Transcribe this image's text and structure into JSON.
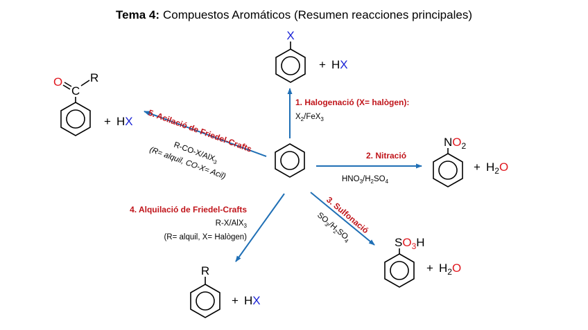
{
  "title": {
    "bold": "Tema 4:",
    "rest": "Compuestos Aromáticos (Resumen reacciones principales)"
  },
  "colors": {
    "arrow": "#1f6fb5",
    "reaction_label": "#c0141a",
    "halogen_atom": "#1a23d6",
    "oxygen_atom": "#e0181f"
  },
  "reactions": {
    "halogenation": {
      "label": "1. Halogenació (X= halògen):",
      "reagent_main": "X",
      "reagent_sub1": "2",
      "reagent_mid": "/FeX",
      "reagent_sub2": "3",
      "substituent": "X",
      "byproduct_main": "H",
      "byproduct_atom": "X"
    },
    "nitration": {
      "label": "2. Nitració",
      "reagent_a": "HNO",
      "reagent_sub1": "3",
      "reagent_b": "/H",
      "reagent_sub2": "2",
      "reagent_c": "SO",
      "reagent_sub3": "4",
      "substituent_n": "N",
      "substituent_o": "O",
      "substituent_sub": "2",
      "byproduct_h": "H",
      "byproduct_sub": "2",
      "byproduct_o": "O"
    },
    "sulfonation": {
      "label": "3. Sulfonació",
      "reagent_a": "SO",
      "reagent_sub1": "3",
      "reagent_b": "/H",
      "reagent_sub2": "2",
      "reagent_c": "SO",
      "reagent_sub3": "4",
      "substituent_s": "S",
      "substituent_o": "O",
      "substituent_sub": "3",
      "substituent_h": "H",
      "byproduct_h": "H",
      "byproduct_sub": "2",
      "byproduct_o": "O"
    },
    "alkylation": {
      "label": "4. Alquilació de Friedel-Crafts",
      "reagent_a": "R-X/AlX",
      "reagent_sub": "3",
      "note": "(R= alquil, X= Halògen)",
      "substituent": "R",
      "byproduct_main": "H",
      "byproduct_atom": "X"
    },
    "acylation": {
      "label": "5. Acilació de Friedel-Crafts",
      "reagent_a": "R-CO-X/AlX",
      "reagent_sub": "3",
      "note": "(R= alquil, CO-X= Acil)",
      "carbonyl_o": "O",
      "carbonyl_c": "C",
      "substituent_r": "R",
      "byproduct_main": "H",
      "byproduct_atom": "X"
    }
  },
  "plus_sign": "+"
}
